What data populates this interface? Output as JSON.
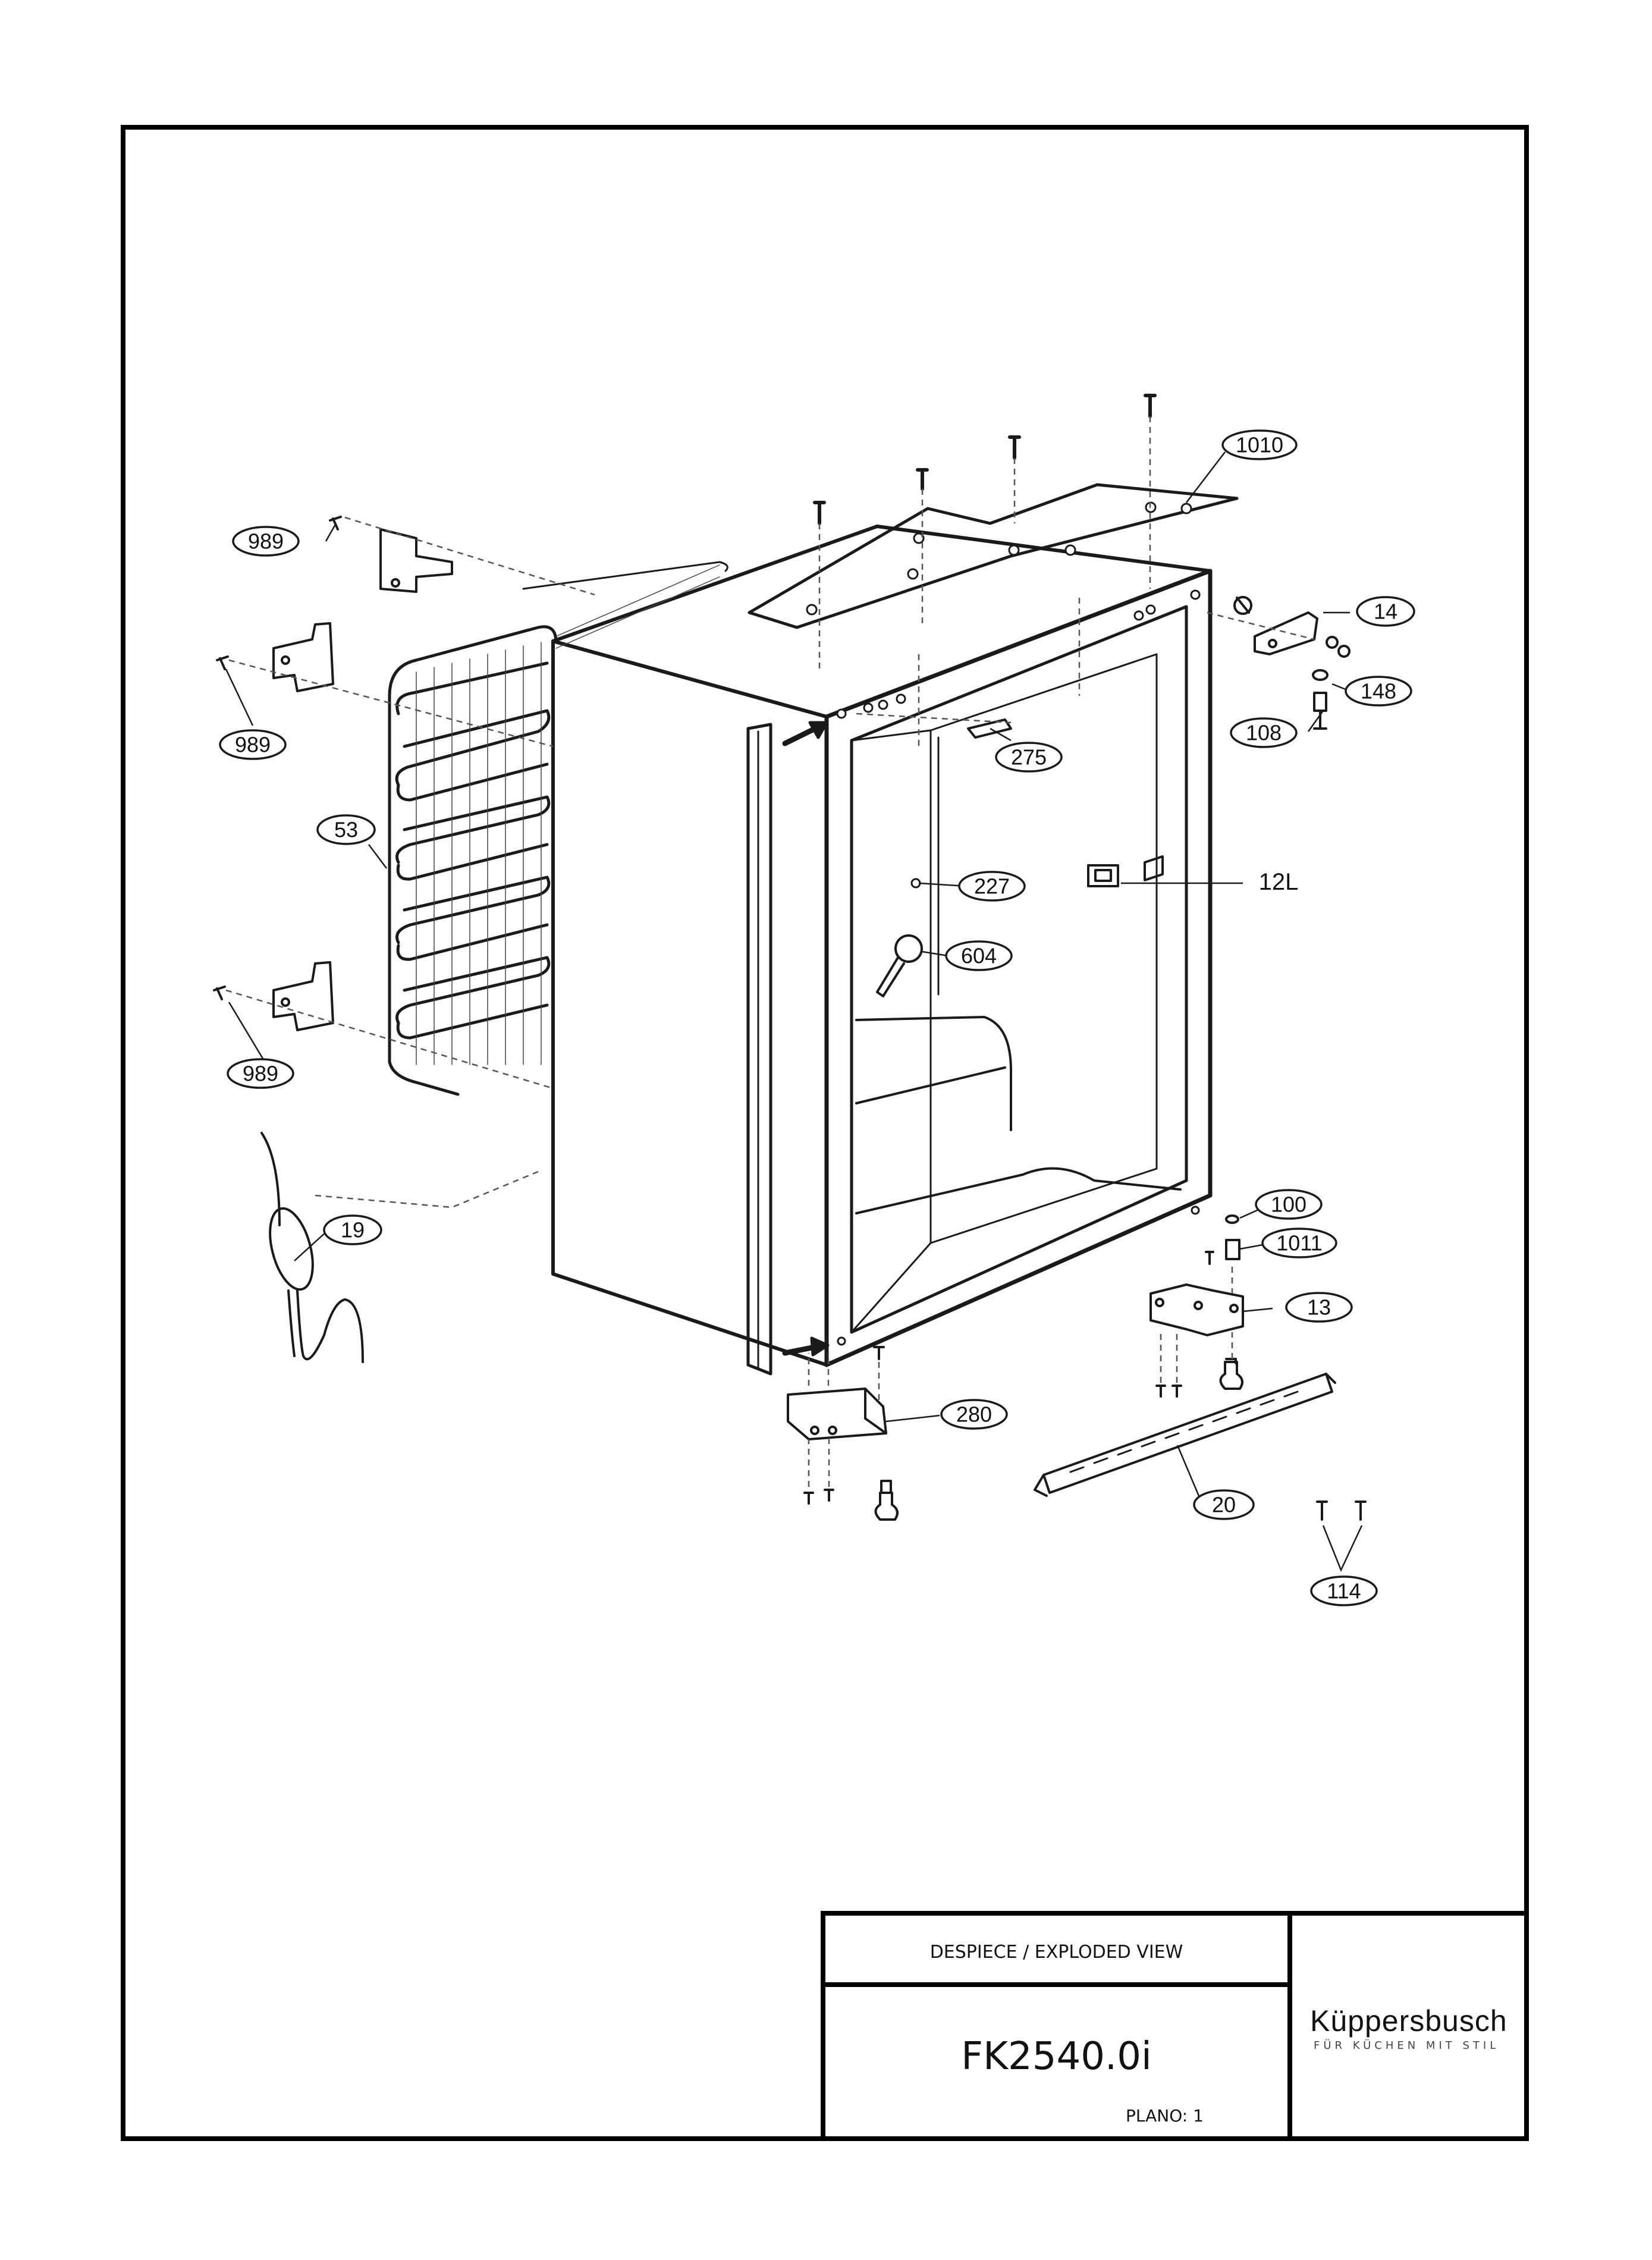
{
  "title_block": {
    "header": "DESPIECE / EXPLODED VIEW",
    "model": "FK2540.0i",
    "plano": "PLANO: 1"
  },
  "brand": {
    "name": "Küppersbusch",
    "tagline": "FÜR KÜCHEN MIT STIL"
  },
  "parts": {
    "p1010": "1010",
    "p989a": "989",
    "p989b": "989",
    "p989c": "989",
    "p53": "53",
    "p19": "19",
    "p14": "14",
    "p148": "148",
    "p108": "108",
    "p275": "275",
    "p227": "227",
    "p604": "604",
    "p12L": "12L",
    "p100": "100",
    "p1011": "1011",
    "p13": "13",
    "p280": "280",
    "p20": "20",
    "p114": "114"
  },
  "colors": {
    "line": "#1a1a1a",
    "dashed": "#555555"
  }
}
